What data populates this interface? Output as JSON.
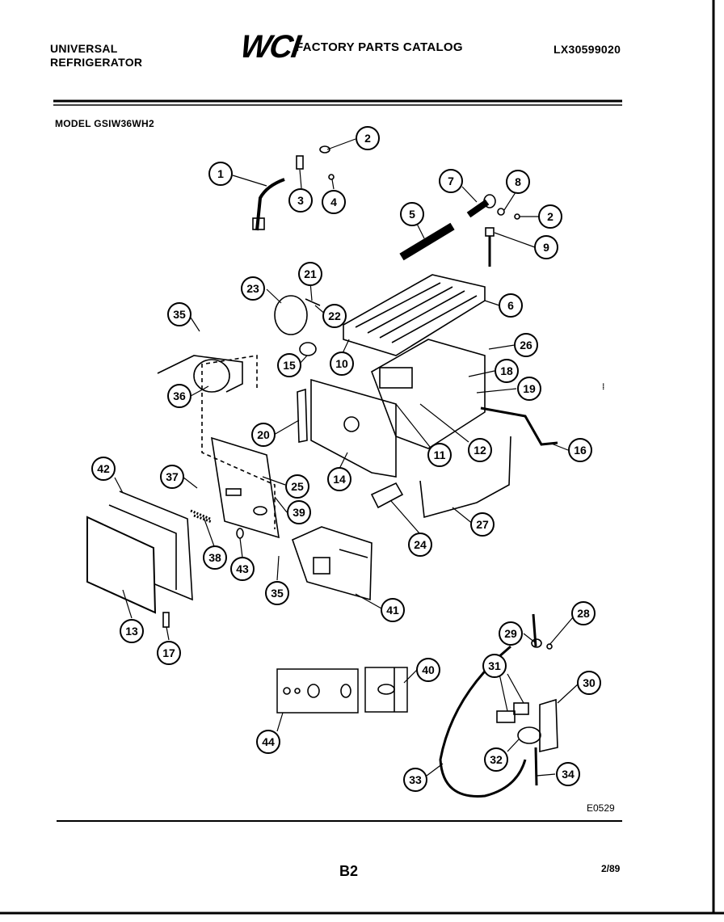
{
  "header": {
    "brand_line1": "UNIVERSAL",
    "brand_line2": "REFRIGERATOR",
    "logo_text": "WCI",
    "catalog_title": "FACTORY PARTS CATALOG",
    "document_id": "LX30599020"
  },
  "model": "MODEL GSIW36WH2",
  "callouts": [
    "1",
    "2",
    "3",
    "4",
    "5",
    "6",
    "7",
    "8",
    "2",
    "9",
    "21",
    "23",
    "22",
    "35",
    "10",
    "26",
    "15",
    "18",
    "19",
    "36",
    "20",
    "11",
    "12",
    "16",
    "42",
    "37",
    "25",
    "14",
    "39",
    "27",
    "24",
    "38",
    "43",
    "35",
    "13",
    "41",
    "17",
    "29",
    "28",
    "31",
    "40",
    "30",
    "44",
    "32",
    "33",
    "34"
  ],
  "footer": {
    "drawing_code": "E0529",
    "page": "B2",
    "revision_date": "2/89"
  },
  "colors": {
    "ink": "#000000",
    "paper": "#ffffff"
  }
}
